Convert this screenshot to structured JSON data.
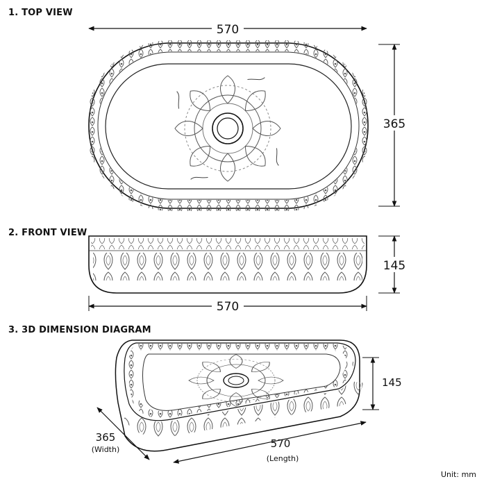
{
  "sections": {
    "top_view": "1. TOP VIEW",
    "front_view": "2. FRONT VIEW",
    "diagram_3d": "3. 3D DIMENSION DIAGRAM"
  },
  "dimensions": {
    "top_length": "570",
    "top_width": "365",
    "front_height": "145",
    "front_length": "570",
    "iso_height": "145",
    "iso_width": "365",
    "iso_width_caption": "(Width)",
    "iso_length": "570",
    "iso_length_caption": "(Length)"
  },
  "unit_note": "Unit: mm",
  "colors": {
    "line": "#111111",
    "pattern": "#555555"
  }
}
